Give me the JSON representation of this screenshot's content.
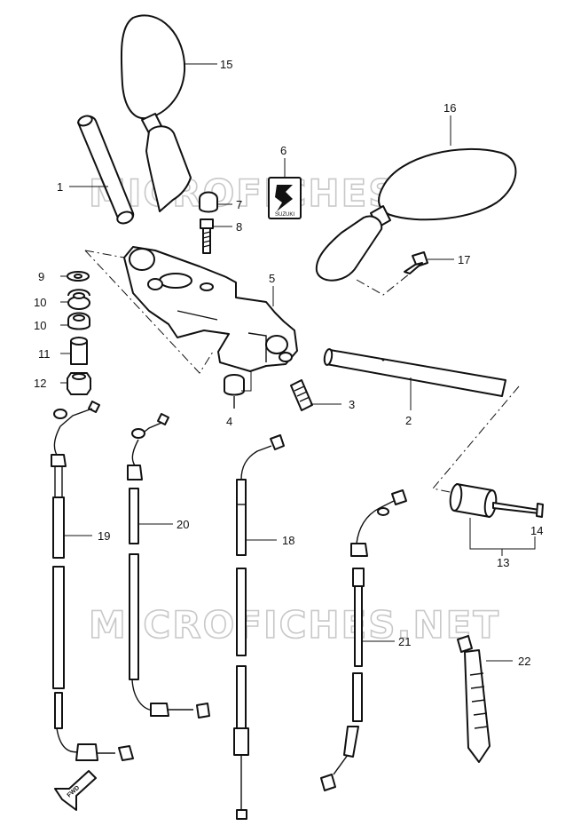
{
  "watermark": "MICROFICHES.NET",
  "callouts": {
    "p1": "1",
    "p2": "2",
    "p3": "3",
    "p4": "4",
    "p5": "5",
    "p6": "6",
    "p7": "7",
    "p8": "8",
    "p9": "9",
    "p10a": "10",
    "p10b": "10",
    "p11": "11",
    "p12": "12",
    "p13": "13",
    "p14": "14",
    "p15": "15",
    "p16": "16",
    "p17": "17",
    "p18": "18",
    "p19": "19",
    "p20": "20",
    "p21": "21",
    "p22": "22"
  },
  "emblem": "SUZUKI",
  "direction_marker": "FWD"
}
